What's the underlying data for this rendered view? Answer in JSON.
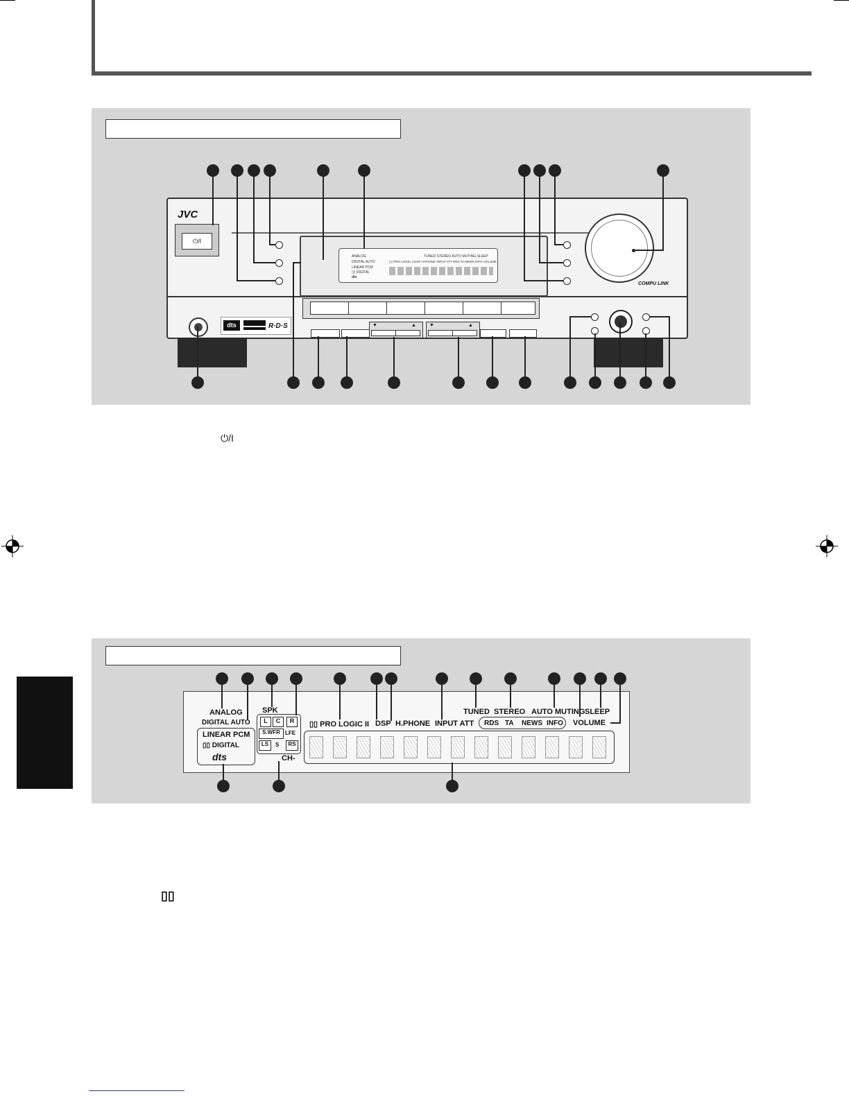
{
  "header": {
    "title": ""
  },
  "front_panel": {
    "section_title": "",
    "brand": "JVC",
    "power_symbol": "⏻/I",
    "compu_link": "COMPU LINK",
    "rds_logo": "R·D·S",
    "mini_display": {
      "left_labels": [
        "ANALOG",
        "DIGITAL AUTO",
        "LINEAR PCM",
        "▯▯ DIGITAL",
        "dts"
      ],
      "top_labels": "TUNED  STEREO  AUTO MUTING  SLEEP",
      "mid_labels": "▯▯ PRO LOGIC II  DSP  H.PHONE  INPUT ATT  RDS  TA  NEWS  INFO  VOLUME"
    }
  },
  "display_window": {
    "section_title": "",
    "labels": {
      "analog": "ANALOG",
      "digital_auto": "DIGITAL AUTO",
      "linear_pcm": "LINEAR PCM",
      "dolby_digital": "▯▯ DIGITAL",
      "dts": "dts",
      "spk": "SPK",
      "pro_logic": "▯▯ PRO LOGIC II",
      "dsp": "DSP",
      "hphone": "H.PHONE",
      "input_att": "INPUT ATT",
      "tuned": "TUNED",
      "stereo": "STEREO",
      "auto_muting": "AUTO MUTING",
      "sleep": "SLEEP",
      "volume": "VOLUME",
      "rds": "RDS",
      "ta": "TA",
      "news": "NEWS",
      "info": "INFO",
      "ch": "CH-"
    },
    "speaker_boxes": [
      "L",
      "C",
      "R",
      "S.WFR",
      "LFE",
      "LS",
      "S",
      "RS"
    ]
  },
  "body_text": {
    "power_symbol_ref": "⏻/I",
    "dolby_symbol_ref": "▯▯"
  }
}
